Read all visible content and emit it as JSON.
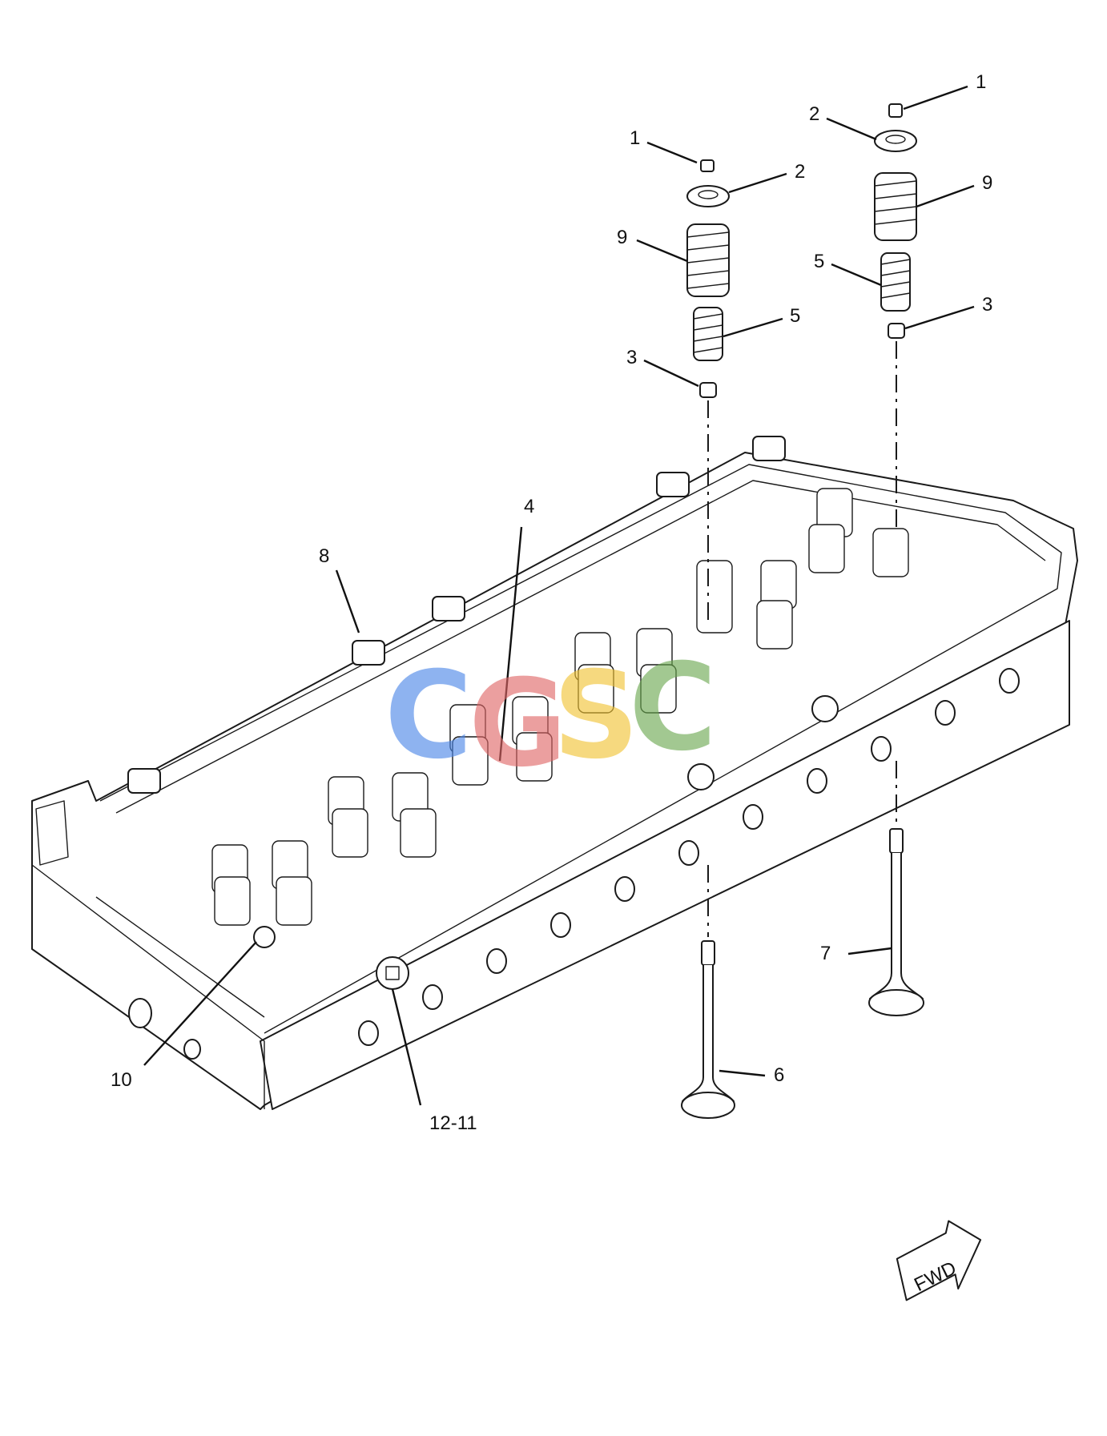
{
  "callouts": {
    "c1a": "1",
    "c2a": "2",
    "c9a": "9",
    "c5a": "5",
    "c3a": "3",
    "c1b": "1",
    "c2b": "2",
    "c9b": "9",
    "c5b": "5",
    "c3b": "3",
    "c4": "4",
    "c8": "8",
    "c10": "10",
    "c12_11": "12-11",
    "c6": "6",
    "c7": "7"
  },
  "fwd_label": "FWD",
  "watermark": {
    "text": "CGSC",
    "colors": [
      "#4a86e8",
      "#e06666",
      "#f1c232",
      "#6aa84f"
    ]
  }
}
